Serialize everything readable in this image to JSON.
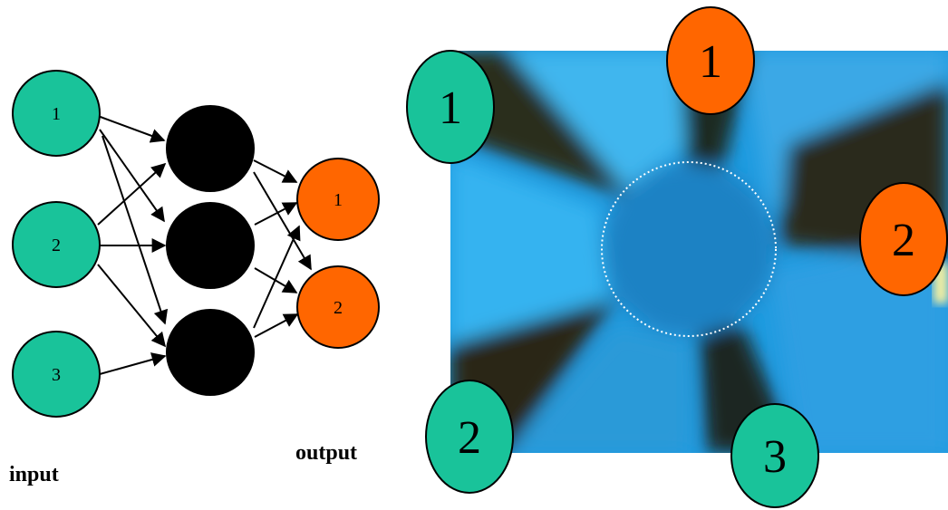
{
  "colors": {
    "input": "#19c39a",
    "output": "#ff6600",
    "hidden": "#000000",
    "stroke": "#000000"
  },
  "network": {
    "input_nodes": [
      "1",
      "2",
      "3"
    ],
    "hidden_node_count": 3,
    "output_nodes": [
      "1",
      "2"
    ],
    "input_caption": "input",
    "output_caption": "output"
  },
  "photo": {
    "input_markers": [
      "1",
      "2",
      "3"
    ],
    "output_markers": [
      "1",
      "2"
    ],
    "subject": "Blue pinwheel-shaped blurred object with dark wedges between blades, dashed circle at center"
  }
}
